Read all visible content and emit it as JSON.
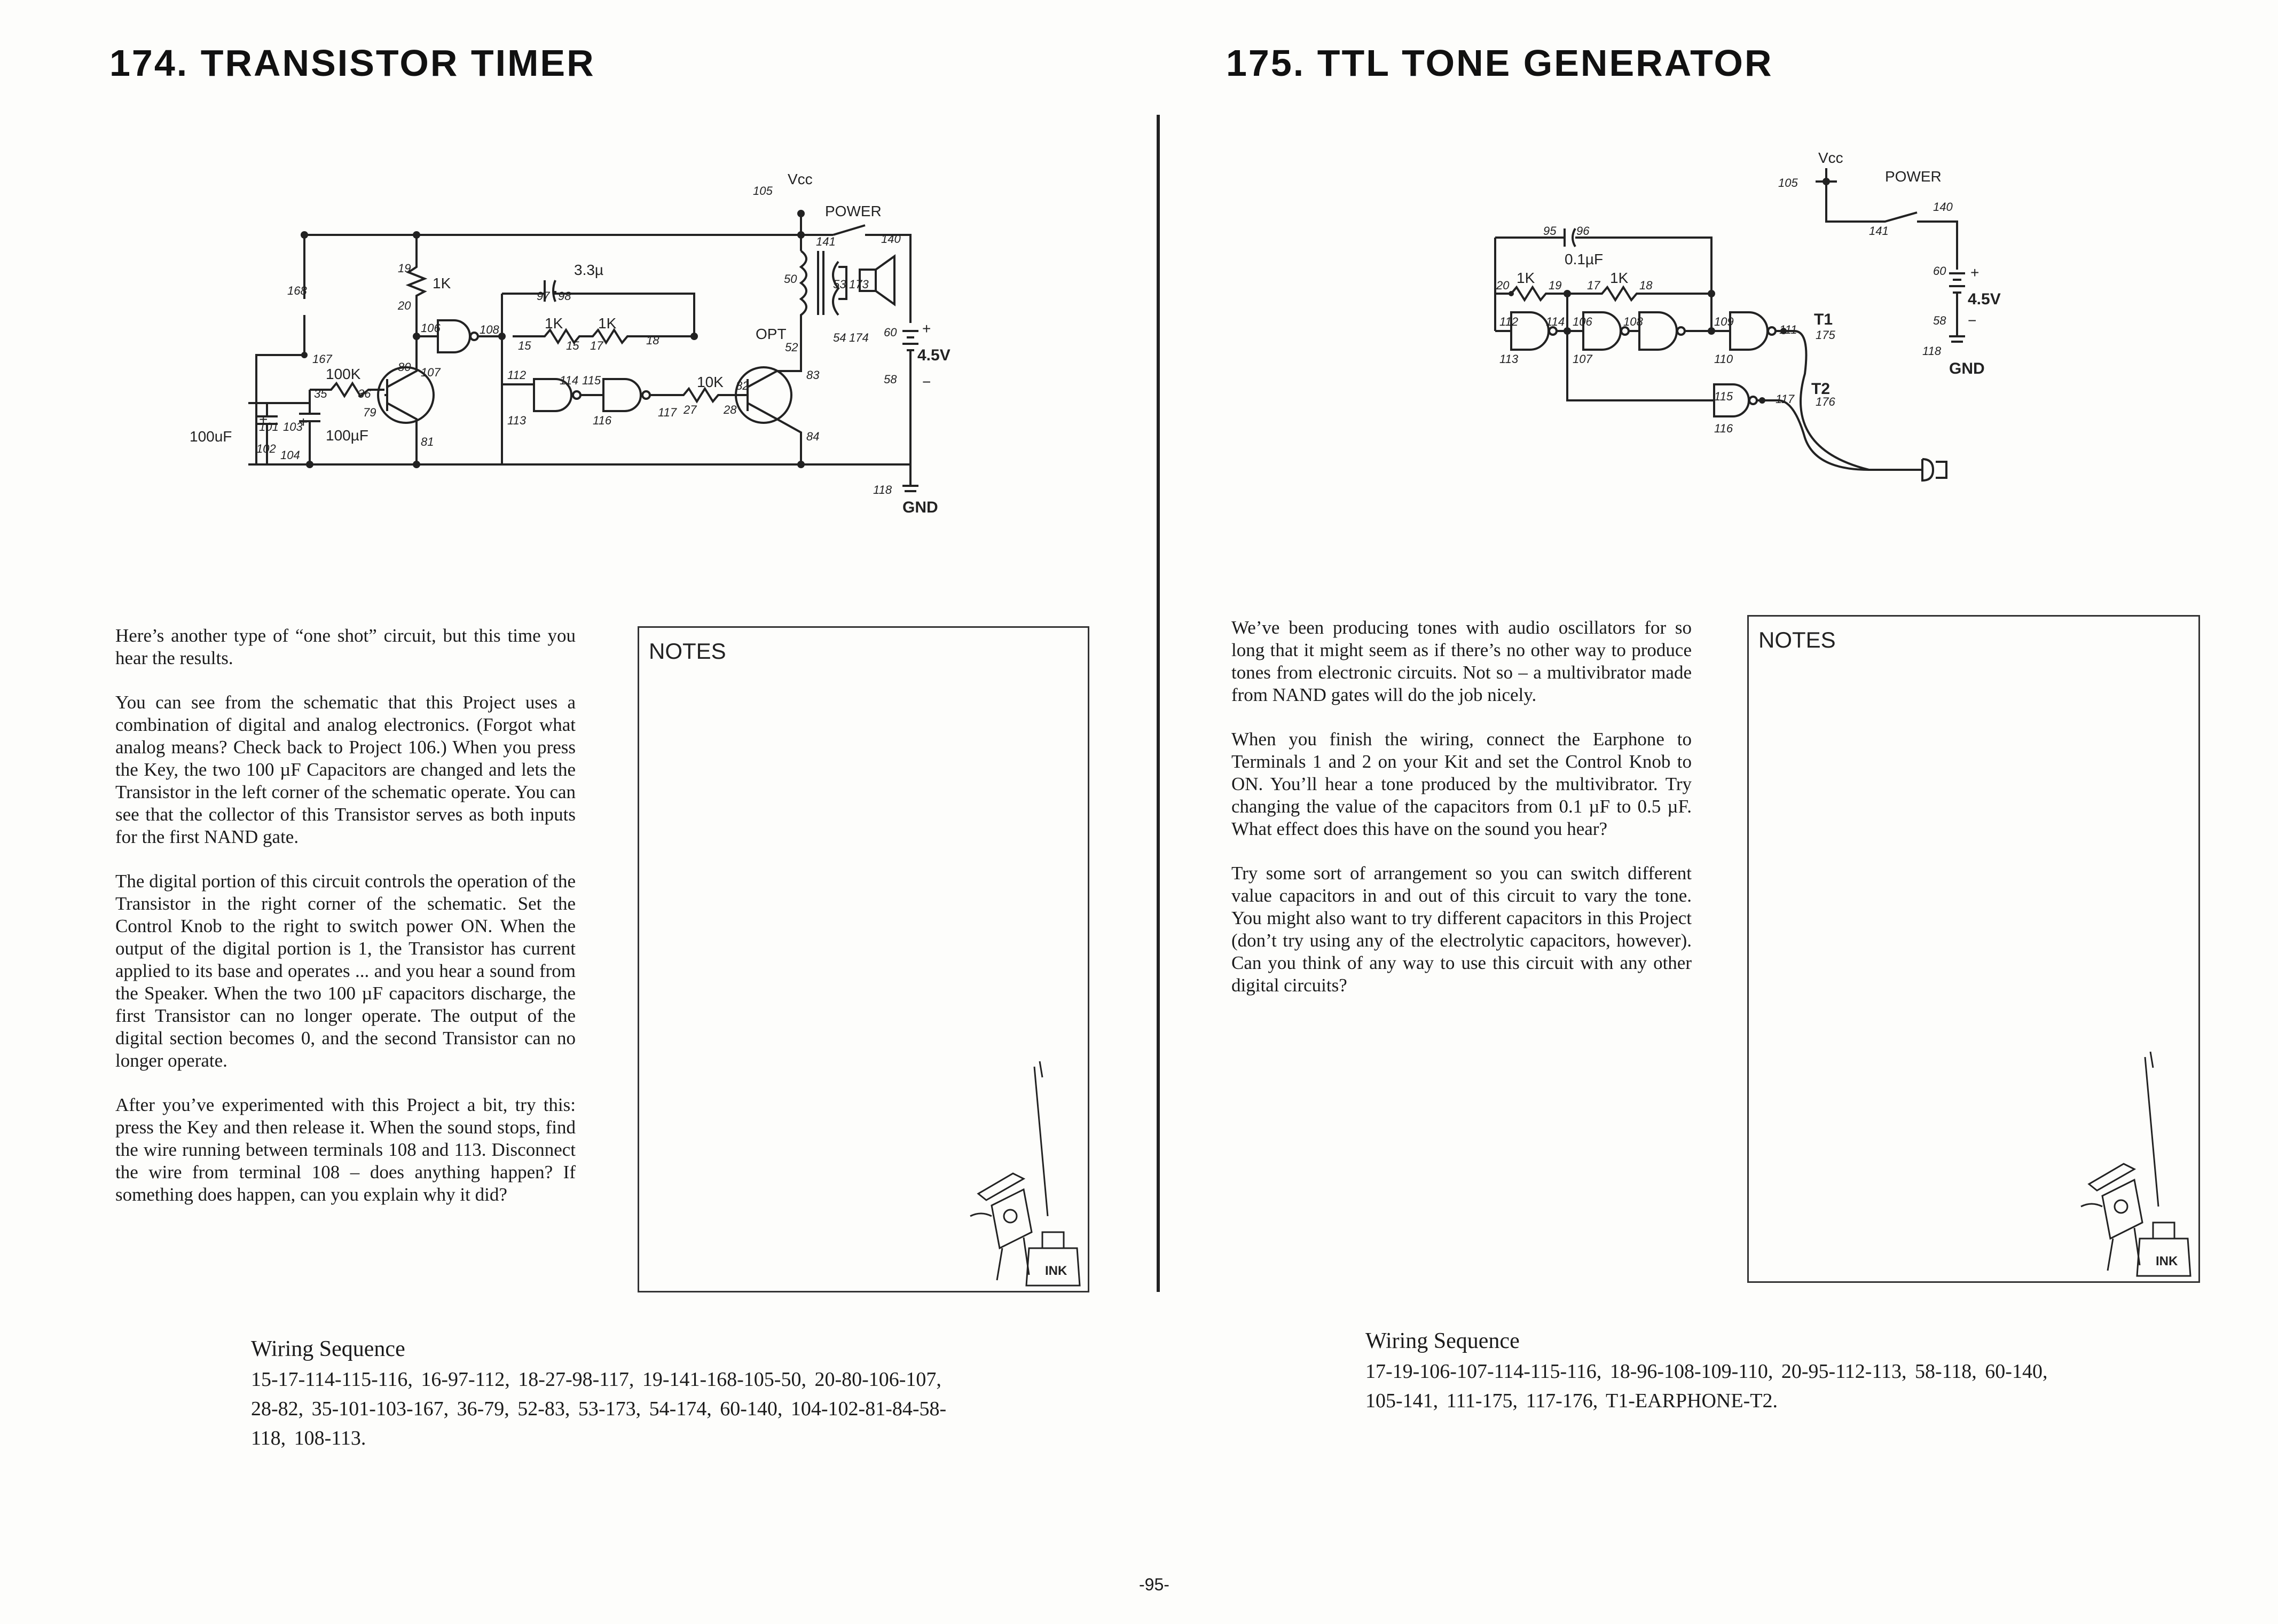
{
  "left": {
    "title": "174. TRANSISTOR TIMER",
    "schematic": {
      "vcc": "Vcc",
      "power": "POWER",
      "gnd": "GND",
      "batt": "4.5V",
      "plus": "+",
      "minus": "−",
      "r1": "1K",
      "r2": "100K",
      "r3": "1K",
      "r4": "1K",
      "r5": "10K",
      "c1": "3.3µ",
      "c2": "100µF",
      "c3": "100uF",
      "opt": "OPT",
      "t105": "105",
      "t141": "141",
      "t140": "140",
      "t168": "168",
      "t167": "167",
      "t19": "19",
      "t20": "20",
      "t35": "35",
      "t36": "36",
      "t79": "79",
      "t80": "80",
      "t81": "81",
      "t101": "101",
      "t102": "102",
      "t103": "103",
      "t104": "104",
      "t105b": "105",
      "t106": "106",
      "t107": "107",
      "t108": "108",
      "t97": "97",
      "t98": "98",
      "t15": "15",
      "t17": "17",
      "t18": "18",
      "t112": "112",
      "t113": "113",
      "t114": "114",
      "t115": "115",
      "t116": "116",
      "t117": "117",
      "t27": "27",
      "t28": "28",
      "t82": "82",
      "t83": "83",
      "t84": "84",
      "t50": "50",
      "t52": "52",
      "t53": "53",
      "t54": "54",
      "t173": "173",
      "t174": "174",
      "t60": "60",
      "t58": "58",
      "t118": "118"
    },
    "paragraphs": [
      "Here’s another type of “one shot” circuit, but this time you hear the results.",
      "You can see from the schematic that this Project uses a combination of digital and analog electronics. (Forgot what analog means? Check back to Project 106.) When you press the Key, the two 100 µF Capacitors are changed and lets the Transistor in the left corner of the schematic operate. You can see that the collector of this Transistor serves as both inputs for the first NAND gate.",
      "The digital portion of this circuit controls the operation of the Transistor in the right corner of the schematic. Set the Control Knob to the right to switch power ON. When the output of the digital portion is 1, the Transistor has current applied to its base and operates ... and you hear a sound from the Speaker. When the two 100 µF capacitors discharge, the first Transistor can no longer operate. The output of the digital section becomes 0, and the second Transistor can no longer operate.",
      "After you’ve experimented with this Project a bit, try this: press the Key and then release it. When the sound stops, find the wire running between terminals 108 and 113. Disconnect the wire from terminal 108 – does anything happen? If something does happen, can you explain why it did?"
    ],
    "notes_label": "NOTES",
    "wiring_title": "Wiring Sequence",
    "wiring_text": "15-17-114-115-116, 16-97-112, 18-27-98-117, 19-141-168-105-50, 20-80-106-107, 28-82, 35-101-103-167, 36-79, 52-83, 53-173, 54-174, 60-140, 104-102-81-84-58-118, 108-113."
  },
  "right": {
    "title": "175. TTL TONE GENERATOR",
    "schematic": {
      "vcc": "Vcc",
      "power": "POWER",
      "gnd": "GND",
      "batt": "4.5V",
      "plus": "+",
      "minus": "−",
      "r1": "1K",
      "r2": "1K",
      "c1": "0.1µF",
      "tt1": "T1",
      "tt2": "T2",
      "t105": "105",
      "t141": "141",
      "t140": "140",
      "t60": "60",
      "t58": "58",
      "t118": "118",
      "t95": "95",
      "t96": "96",
      "t20": "20",
      "t19": "19",
      "t17": "17",
      "t18": "18",
      "t112": "112",
      "t113": "113",
      "t114": "114",
      "t106": "106",
      "t107": "107",
      "t108": "108",
      "t109": "109",
      "t110": "110",
      "t111": "111",
      "t175": "175",
      "t115": "115",
      "t116": "116",
      "t117": "117",
      "t176": "176"
    },
    "paragraphs": [
      "We’ve been producing tones with audio oscillators for so long that it might seem as if there’s no other way to produce tones from electronic circuits. Not so – a multivibrator made from NAND gates will do the job nicely.",
      "When you finish the wiring, connect the Earphone to Terminals 1 and 2 on your Kit and set the Control Knob to ON. You’ll hear a tone produced by the multivibrator. Try changing the value of the capacitors from 0.1 µF to 0.5 µF. What effect does this have on the sound you hear?",
      "Try some sort of arrangement so you can switch different value capacitors in and out of this circuit to vary the tone. You might also want to try different capacitors in this Project (don’t try using any of the electrolytic capacitors, however). Can you think of any way to use this circuit with any other digital circuits?"
    ],
    "notes_label": "NOTES",
    "wiring_title": "Wiring Sequence",
    "wiring_text": "17-19-106-107-114-115-116, 18-96-108-109-110, 20-95-112-113, 58-118, 60-140, 105-141, 111-175, 117-176, T1-EARPHONE-T2."
  },
  "mascot_text": "INK",
  "page_number": "-95-"
}
